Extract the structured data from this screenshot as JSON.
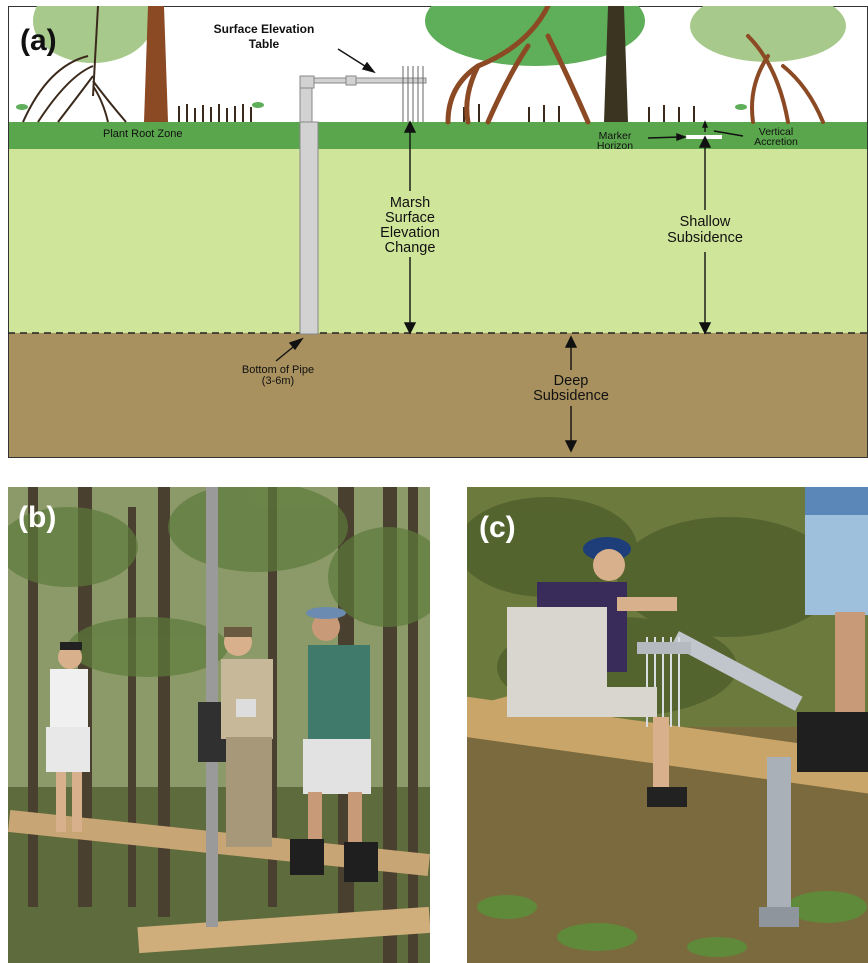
{
  "panels": {
    "a": {
      "letter": "(a)",
      "set_label_line1": "Surface Elevation",
      "set_label_line2": "Table",
      "root_zone_label": "Plant Root Zone",
      "marker_label_line1": "Marker",
      "marker_label_line2": "Horizon",
      "accretion_label_line1": "Vertical",
      "accretion_label_line2": "Accretion",
      "marsh_label_line1": "Marsh",
      "marsh_label_line2": "Surface",
      "marsh_label_line3": "Elevation",
      "marsh_label_line4": "Change",
      "shallow_label_line1": "Shallow",
      "shallow_label_line2": "Subsidence",
      "pipe_label_line1": "Bottom of Pipe",
      "pipe_label_line2": "(3-6m)",
      "deep_label_line1": "Deep",
      "deep_label_line2": "Subsidence"
    },
    "b": {
      "letter": "(b)"
    },
    "c": {
      "letter": "(c)"
    }
  },
  "colors": {
    "root_zone": "#5aa64c",
    "marsh_soil": "#cfe69a",
    "deep_soil": "#a8915e",
    "tree_trunk": "#8b4a24",
    "canopy": "#5fae5a",
    "pipe": "#d2d2d2"
  }
}
